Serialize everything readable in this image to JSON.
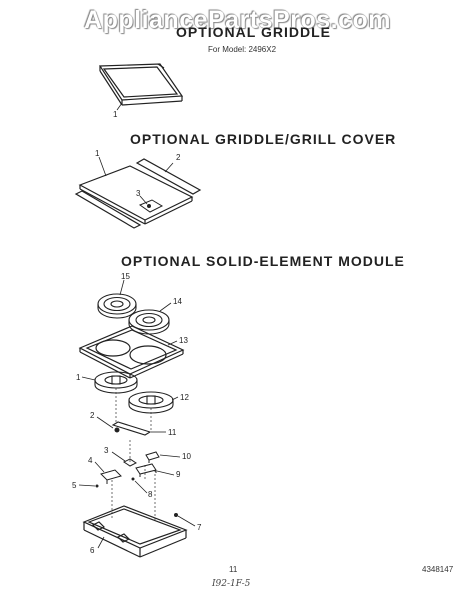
{
  "watermark": "AppliancePartsPros.com",
  "sections": {
    "griddle": {
      "title": "OPTIONAL GRIDDLE",
      "subtitle": "For Model: 2496X2",
      "callouts": [
        "1"
      ]
    },
    "cover": {
      "title": "OPTIONAL GRIDDLE/GRILL COVER",
      "callouts": [
        "1",
        "2",
        "3"
      ]
    },
    "module": {
      "title": "OPTIONAL SOLID-ELEMENT MODULE",
      "callouts": [
        "15",
        "14",
        "13",
        "1",
        "12",
        "2",
        "11",
        "3",
        "10",
        "9",
        "4",
        "5",
        "8",
        "7",
        "6"
      ]
    }
  },
  "footer": {
    "page_number": "11",
    "part_number": "4348147",
    "handwritten": "I92-1F-5"
  }
}
